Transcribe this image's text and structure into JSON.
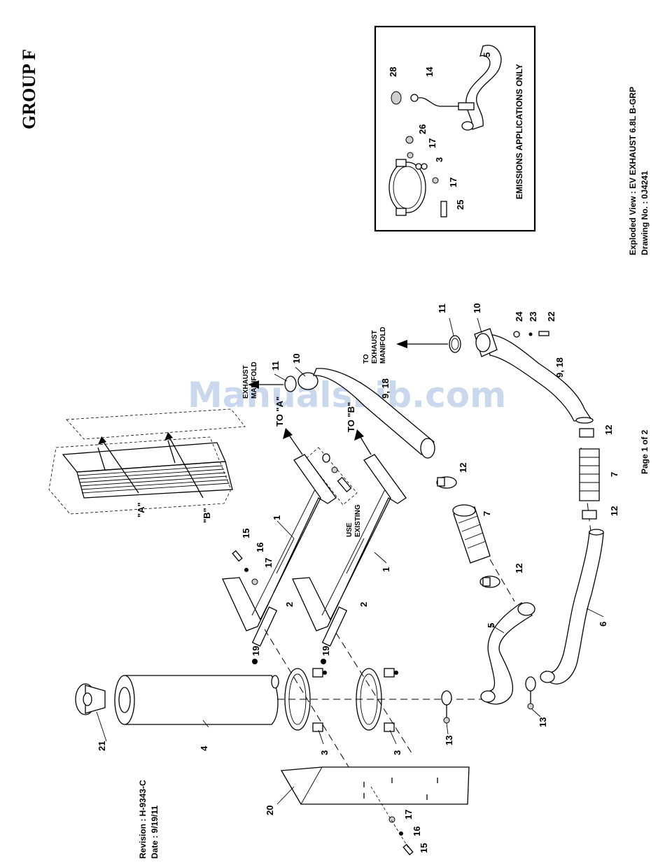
{
  "page": {
    "group_title": "GROUP F",
    "view_title": "Exploded View : EV EXHAUST 6.8L B-GRP",
    "drawing_no": "Drawing No. : 0J4241",
    "page_label": "Page 1 of 2",
    "revision": "Revision : H-9343-C",
    "date": "Date : 9/19/11",
    "watermark": "ManualsLib.com"
  },
  "inset": {
    "label": "EMISSIONS APPLICATIONS ONLY",
    "callouts": [
      "28",
      "14",
      "5",
      "26",
      "17",
      "3",
      "17",
      "25"
    ]
  },
  "annotations": {
    "to_manifold": "TO EXHAUST MANIFOLD",
    "to_manifold_partial": "EXHAUST MANIFOLD",
    "to_a": "TO \"A\"",
    "to_b": "TO \"B\"",
    "ref_a": "\"A\"",
    "ref_b": "\"B\"",
    "use_existing": "USE EXISTING"
  },
  "callouts": {
    "c11a": "11",
    "c10a": "10",
    "c918a": "9, 18",
    "c11b": "11",
    "c10b": "10",
    "c24": "24",
    "c23": "23",
    "c22": "22",
    "c918b": "9, 18",
    "c12a": "12",
    "c12b": "12",
    "c12c": "12",
    "c12d": "12",
    "c7a": "7",
    "c7b": "7",
    "c15a": "15",
    "c16a": "16",
    "c17a": "17",
    "c1a": "1",
    "c1b": "1",
    "c2a": "2",
    "c2b": "2",
    "c19a": "19",
    "c19b": "19",
    "c5": "5",
    "c6": "6",
    "c21": "21",
    "c4": "4",
    "c3a": "3",
    "c3b": "3",
    "c13a": "13",
    "c13b": "13",
    "c20": "20",
    "c17b": "17",
    "c16b": "16",
    "c15b": "15"
  }
}
